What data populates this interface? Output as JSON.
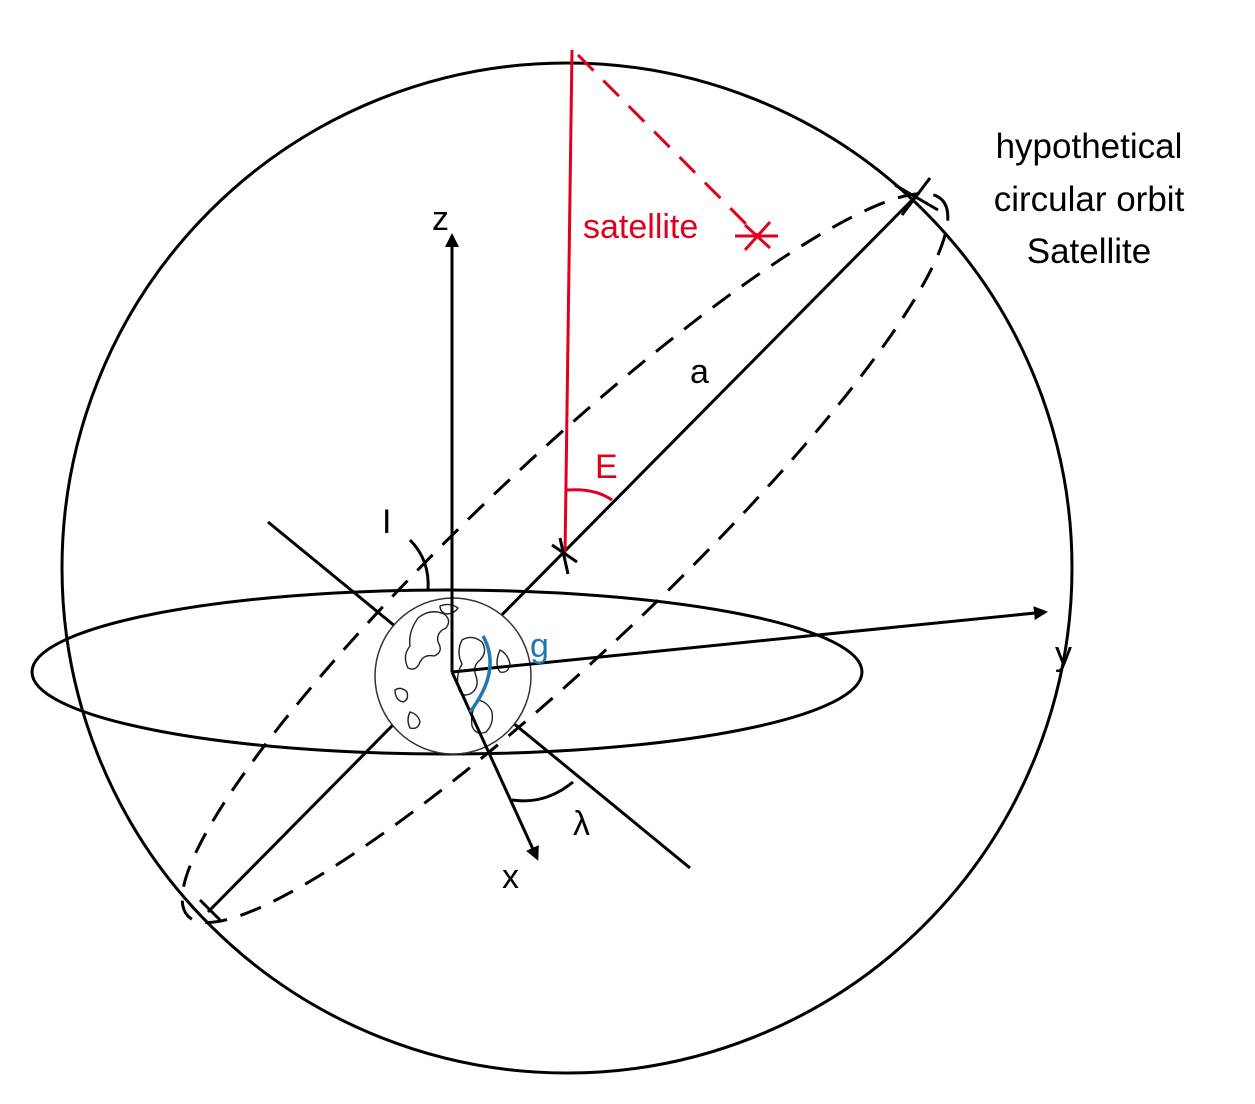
{
  "labels": {
    "z_axis": "z",
    "y_axis": "y",
    "x_axis": "x",
    "semi_major_axis": "a",
    "elevation_angle": "E",
    "inclination": "I",
    "angle_g": "g",
    "longitude": "λ",
    "satellite": "satellite",
    "hypothetical_line1": "hypothetical",
    "hypothetical_line2": "circular orbit",
    "hypothetical_line3": "Satellite"
  },
  "colors": {
    "ink": "#000000",
    "satellite_red": "#e0001b",
    "angle_blue": "#1f77b4"
  },
  "icons": {
    "earth": "earth-globe-icon",
    "satellite_marker": "x-mark-icon"
  }
}
